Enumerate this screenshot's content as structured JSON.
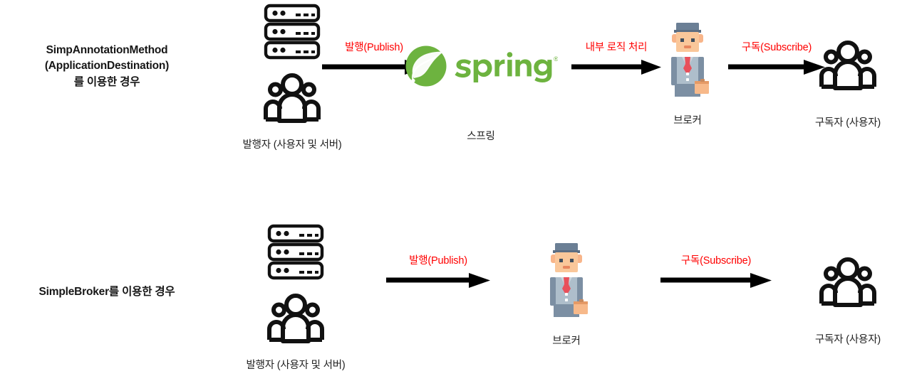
{
  "meta": {
    "accent_red": "#ff0000",
    "spring_green": "#6db33f",
    "ink": "#111111"
  },
  "rows": [
    {
      "title_lines": [
        "SimpAnnotationMethod",
        "(ApplicationDestination)",
        "를 이용한 경우"
      ],
      "nodes": [
        {
          "icon": "server-and-users-icon",
          "caption": "발행자 (사용자 및 서버)"
        },
        {
          "icon": "spring-logo-icon",
          "caption": "스프링"
        },
        {
          "icon": "broker-person-icon",
          "caption": "브로커"
        },
        {
          "icon": "users-icon",
          "caption": "구독자 (사용자)"
        }
      ],
      "arrows": [
        {
          "label": "발행(Publish)"
        },
        {
          "label": "내부 로직 처리"
        },
        {
          "label": "구독(Subscribe)"
        }
      ]
    },
    {
      "title_lines": [
        "SimpleBroker를 이용한 경우"
      ],
      "nodes": [
        {
          "icon": "server-and-users-icon",
          "caption": "발행자 (사용자 및 서버)"
        },
        {
          "icon": "broker-person-icon",
          "caption": "브로커"
        },
        {
          "icon": "users-icon",
          "caption": "구독자 (사용자)"
        }
      ],
      "arrows": [
        {
          "label": "발행(Publish)"
        },
        {
          "label": "구독(Subscribe)"
        }
      ]
    }
  ],
  "logo": {
    "wordmark": "spring",
    "registered_mark": "®"
  }
}
